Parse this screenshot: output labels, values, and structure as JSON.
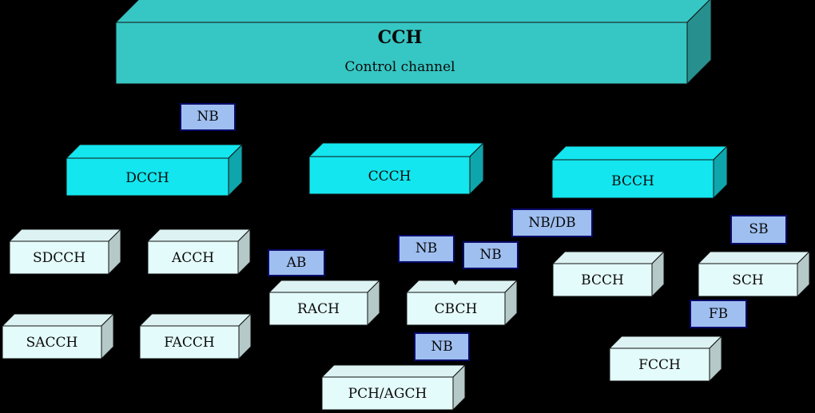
{
  "root": {
    "title": "CCH",
    "subtitle": "Control channel"
  },
  "groups": {
    "dcch": "DCCH",
    "ccch": "CCCH",
    "bcch": "BCCH"
  },
  "channels": {
    "sdcch": "SDCCH",
    "acch": "ACCH",
    "sacch": "SACCH",
    "facch": "FACCH",
    "rach": "RACH",
    "cbch": "CBCH",
    "pch_agch": "PCH/AGCH",
    "bcch_sub": "BCCH",
    "sch": "SCH",
    "fcch": "FCCH"
  },
  "bursts": {
    "nb_top": "NB",
    "ab": "AB",
    "nb_cbch_left": "NB",
    "nb_cbch_right": "NB",
    "nb_db": "NB/DB",
    "sb": "SB",
    "fb": "FB",
    "nb_pch": "NB"
  },
  "colors": {
    "root_face": "#36c7c4",
    "group_face": "#13e6ef",
    "channel_face": "#e4fbfb",
    "burst_tag": "#9fbff0"
  }
}
